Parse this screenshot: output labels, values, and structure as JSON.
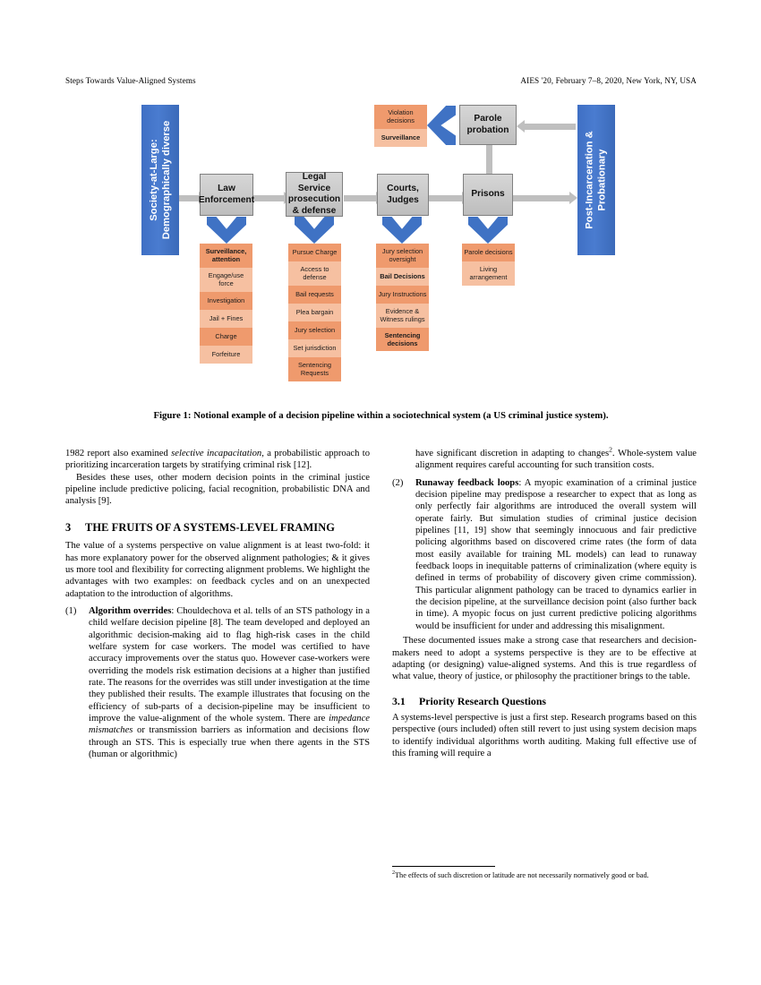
{
  "runhead": {
    "left": "Steps Towards Value-Aligned Systems",
    "right": "AIES '20, February 7–8, 2020, New York, NY, USA"
  },
  "figure": {
    "caption": "Figure 1: Notional example of a decision pipeline within a sociotechnical system (a US criminal justice system).",
    "colors": {
      "band_blue": "#3f72c4",
      "node_gray": "#c9c9c9",
      "cell_dark": "#ef9a6d",
      "cell_light": "#f6c0a1",
      "arrow_gray": "#bfbfbf"
    },
    "bands": [
      {
        "id": "society",
        "line1": "Society-at-Large:",
        "line2": "Demographically diverse"
      },
      {
        "id": "post-incarceration",
        "line1": "Post-Incarceration &",
        "line2": "Probationary"
      }
    ],
    "nodes": [
      {
        "id": "law-enforcement",
        "label": "Law\nEnforcement"
      },
      {
        "id": "legal-service",
        "label": "Legal Service\nprosecution\n&  defense"
      },
      {
        "id": "courts-judges",
        "label": "Courts,\nJudges"
      },
      {
        "id": "prisons",
        "label": "Prisons"
      },
      {
        "id": "parole-probation",
        "label": "Parole\nprobation"
      }
    ],
    "stacks": [
      {
        "id": "law-enforcement-decisions",
        "cells": [
          {
            "text": "Surveillance, attention",
            "bold": true,
            "shade": "dark"
          },
          {
            "text": "Engage/use force",
            "bold": false,
            "shade": "light"
          },
          {
            "text": "Investigation",
            "bold": false,
            "shade": "dark"
          },
          {
            "text": "Jail + Fines",
            "bold": false,
            "shade": "light"
          },
          {
            "text": "Charge",
            "bold": false,
            "shade": "dark"
          },
          {
            "text": "Forfeiture",
            "bold": false,
            "shade": "light"
          }
        ]
      },
      {
        "id": "legal-service-decisions",
        "cells": [
          {
            "text": "Pursue Charge",
            "bold": false,
            "shade": "dark"
          },
          {
            "text": "Access to defense",
            "bold": false,
            "shade": "light"
          },
          {
            "text": "Bail requests",
            "bold": false,
            "shade": "dark"
          },
          {
            "text": "Plea bargain",
            "bold": false,
            "shade": "light"
          },
          {
            "text": "Jury selection",
            "bold": false,
            "shade": "dark"
          },
          {
            "text": "Set jurisdiction",
            "bold": false,
            "shade": "light"
          },
          {
            "text": "Sentencing Requests",
            "bold": false,
            "shade": "dark"
          }
        ]
      },
      {
        "id": "courts-decisions",
        "cells": [
          {
            "text": "Jury selection oversight",
            "bold": false,
            "shade": "dark"
          },
          {
            "text": "Bail Decisions",
            "bold": true,
            "shade": "light"
          },
          {
            "text": "Jury Instructions",
            "bold": false,
            "shade": "dark"
          },
          {
            "text": "Evidence & Witness rulings",
            "bold": false,
            "shade": "light"
          },
          {
            "text": "Sentencing decisions",
            "bold": true,
            "shade": "dark"
          }
        ]
      },
      {
        "id": "prisons-decisions",
        "cells": [
          {
            "text": "Parole decisions",
            "bold": false,
            "shade": "dark"
          },
          {
            "text": "Living arrangement",
            "bold": false,
            "shade": "light"
          }
        ]
      },
      {
        "id": "parole-decisions",
        "cells": [
          {
            "text": "Violation decisions",
            "bold": false,
            "shade": "dark"
          },
          {
            "text": "Surveillance",
            "bold": true,
            "shade": "light"
          }
        ]
      }
    ]
  },
  "body": {
    "left": {
      "para1": "1982 report also examined ",
      "para1_italic": "selective incapacitation",
      "para1_cont": ", a probabilistic approach to prioritizing incarceration targets by stratifying criminal risk [12].",
      "para2": "Besides these uses, other modern decision points in the criminal justice pipeline include predictive policing, facial recognition, probabilistic DNA and analysis [9].",
      "section_num": "3",
      "section_title": "THE FRUITS OF A SYSTEMS-LEVEL FRAMING",
      "para3": "The value of a systems perspective on value alignment is at least two-fold: it has more explanatory power for the observed alignment pathologies; & it gives us more tool and flexibility for correcting alignment problems. We highlight the advantages with two examples: on feedback cycles and on an unexpected adaptation to the introduction of algorithms.",
      "item1_marker": "(1)",
      "item1_bold": "Algorithm overrides",
      "item1_text_a": ": Chouldechova et al. tells of an STS pathology in a child welfare decision pipeline [8]. The team developed and deployed an algorithmic decision-making aid to flag high-risk cases in the child welfare system for case workers. The model was certified to have accuracy improvements over the status quo. However case-workers were overriding the models risk estimation decisions at a higher than justified rate. The reasons for the overrides was still under investigation at the time they published their results. The example illustrates that focusing on the efficiency of sub-parts of a decision-pipeline may be insufficient to improve the value-alignment of the whole system. There are ",
      "item1_italic": "impedance mismatches",
      "item1_text_b": " or transmission barriers as information and decisions flow through an STS. This is especially true when there agents in the STS (human or algorithmic)"
    },
    "right": {
      "cont_a": "have significant discretion in adapting to changes",
      "cont_sup": "2",
      "cont_b": ". Whole-system value alignment requires careful accounting for such transition costs.",
      "item2_marker": "(2)",
      "item2_bold": "Runaway feedback loops",
      "item2_text": ": A myopic examination of a criminal justice decision pipeline may predispose a researcher to expect that as long as only perfectly fair algorithms are introduced the overall system will operate fairly. But simulation studies of criminal justice decision pipelines [11, 19] show that seemingly innocuous and fair predictive policing algorithms based on discovered crime rates (the form of data most easily available for training ML models) can lead to runaway feedback loops in inequitable patterns of criminalization (where equity is defined in terms of probability of discovery given crime commission). This particular alignment pathology can be traced to dynamics earlier in the decision pipeline, at the surveillance decision point (also further back in time). A myopic focus on just current predictive policing algorithms would be insufficient for under and addressing this misalignment.",
      "para4": "These documented issues make a strong case that researchers and decision-makers need to adopt a systems perspective is they are to be effective at adapting (or designing) value-aligned systems. And this is true regardless of what value, theory of justice, or philosophy the practitioner brings to the table.",
      "subsection_num": "3.1",
      "subsection_title": "Priority Research Questions",
      "para5": "A systems-level perspective is just a first step. Research programs based on this perspective (ours included) often still revert to just using system decision maps to identify individual algorithms worth auditing. Making full effective use of this framing will require a",
      "footnote_sup": "2",
      "footnote": "The effects of such discretion or latitude are not necessarily normatively good or bad."
    }
  }
}
